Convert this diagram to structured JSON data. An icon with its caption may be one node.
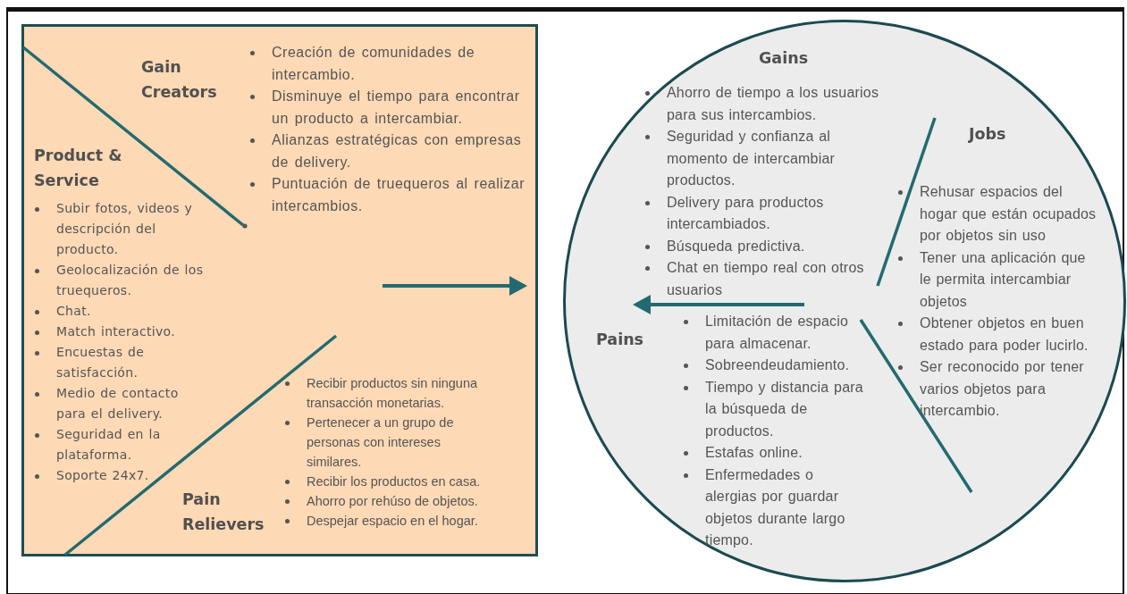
{
  "diagram": {
    "nodes": [
      {
        "text": [],
        "shape": "box"
      },
      {
        "text": [
          "Gain Creators",
          "Creación de comunidades de intercambio.",
          "Disminuye el tiempo para encontrar un producto a intercambiar.",
          "Alianzas estratégicas con empresas de delivery.",
          "Puntuación de truequeros al realizar intercambios."
        ],
        "in": 0
      },
      {
        "text": [
          "Product & Service",
          "Subir fotos, videos y descripción del producto.",
          "Geolocalización de los truequeros.",
          "Chat.",
          "Match interactivo.",
          "Encuestas de satisfacción.",
          "Medio de contacto para el delivery.",
          "Seguridad en la plataforma.",
          "Soporte 24x7."
        ],
        "in": 0
      },
      {
        "text": [
          "Pain Relievers",
          "Recibir productos sin ninguna transacción monetarias.",
          "Pertenecer a un grupo de personas con intereses similares.",
          "Recibir los productos en casa.",
          "Ahorro por rehúso de objetos.",
          "Despejar espacio en el hogar."
        ],
        "in": 0
      },
      {
        "text": [],
        "shape": "circle"
      },
      {
        "text": [
          "Gains",
          "Ahorro de tiempo a los usuarios para sus intercambios.",
          "Seguridad y confianza al momento de intercambiar productos.",
          "Delivery para productos intercambiados.",
          "Búsqueda predictiva.",
          "Chat en tiempo real con otros usuarios"
        ],
        "in": 4
      },
      {
        "text": [
          "Jobs",
          "Rehusar espacios del hogar que están ocupados por objetos sin uso",
          "Tener una aplicación que le permita intercambiar objetos",
          "Obtener objetos en buen estado para poder lucirlo.",
          "Ser reconocido por tener varios objetos para intercambio."
        ],
        "in": 4
      },
      {
        "text": [
          "Pains",
          "Limitación de espacio para almacenar.",
          "Sobreendeudamiento.",
          "Tiempo y distancia para la búsqueda de productos.",
          "Estafas online.",
          "Enfermedades o alergias por guardar objetos durante largo tiempo."
        ],
        "in": 4
      }
    ]
  }
}
